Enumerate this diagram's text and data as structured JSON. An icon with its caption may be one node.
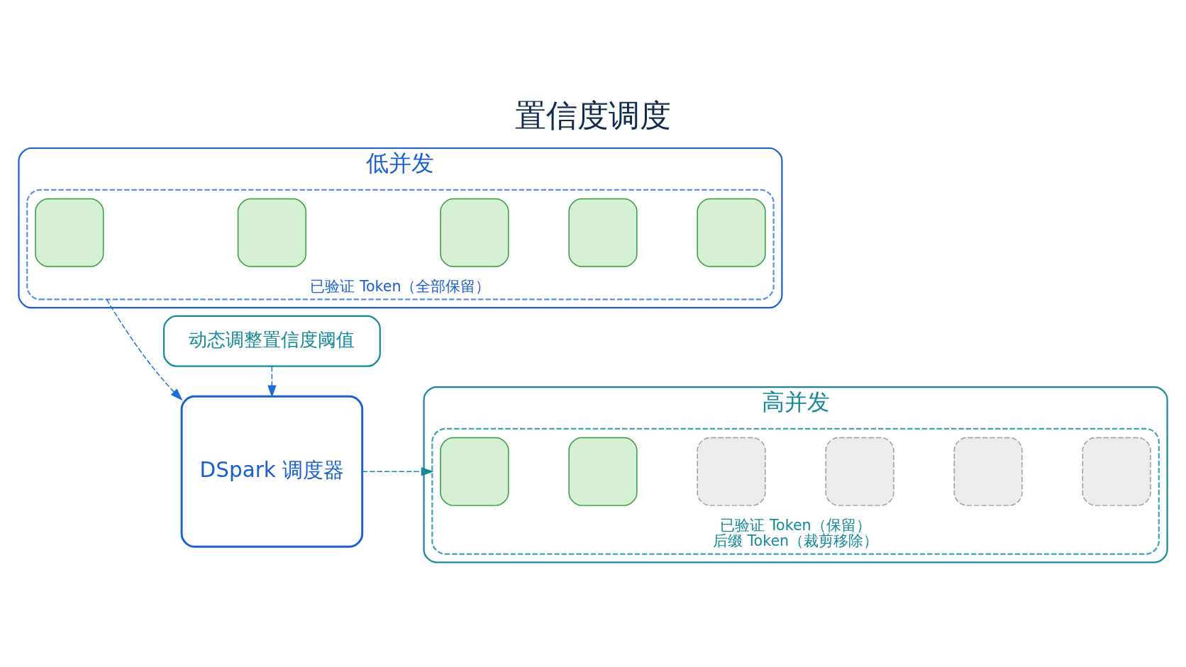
{
  "diagram": {
    "title": "置信度调度",
    "nodes": [
      {
        "text": [
          "低并发"
        ]
      },
      {
        "text": [
          "已验证 Token（全部保留）"
        ],
        "in": 0
      },
      {
        "text": [],
        "shape": "box",
        "in": 1
      },
      {
        "text": [],
        "shape": "box",
        "in": 1
      },
      {
        "text": [],
        "shape": "box",
        "in": 1
      },
      {
        "text": [],
        "shape": "box",
        "in": 1
      },
      {
        "text": [],
        "shape": "box",
        "in": 1
      },
      {
        "text": [
          "高并发"
        ]
      },
      {
        "text": [
          "已验证 Token（保留）",
          "后缀 Token（裁剪移除）"
        ],
        "in": 7
      },
      {
        "text": [],
        "shape": "box",
        "in": 8
      },
      {
        "text": [],
        "shape": "box",
        "in": 8
      },
      {
        "text": [],
        "shape": "box",
        "in": 8
      },
      {
        "text": [],
        "shape": "box",
        "in": 8
      },
      {
        "text": [],
        "shape": "box",
        "in": 8
      },
      {
        "text": [],
        "shape": "box",
        "in": 8
      },
      {
        "text": [
          "DSpark 调度器"
        ]
      },
      {
        "text": [
          "动态调整置信度阈值"
        ]
      }
    ],
    "edges": [
      {
        "from": 1,
        "to": 15,
        "arrow": "to",
        "style": "dashed"
      },
      {
        "from": 15,
        "to": 8,
        "arrow": "to",
        "style": "dashed",
        "color": "#13899a"
      },
      {
        "from": 16,
        "to": 15,
        "arrow": "to",
        "style": "dashed"
      }
    ]
  }
}
